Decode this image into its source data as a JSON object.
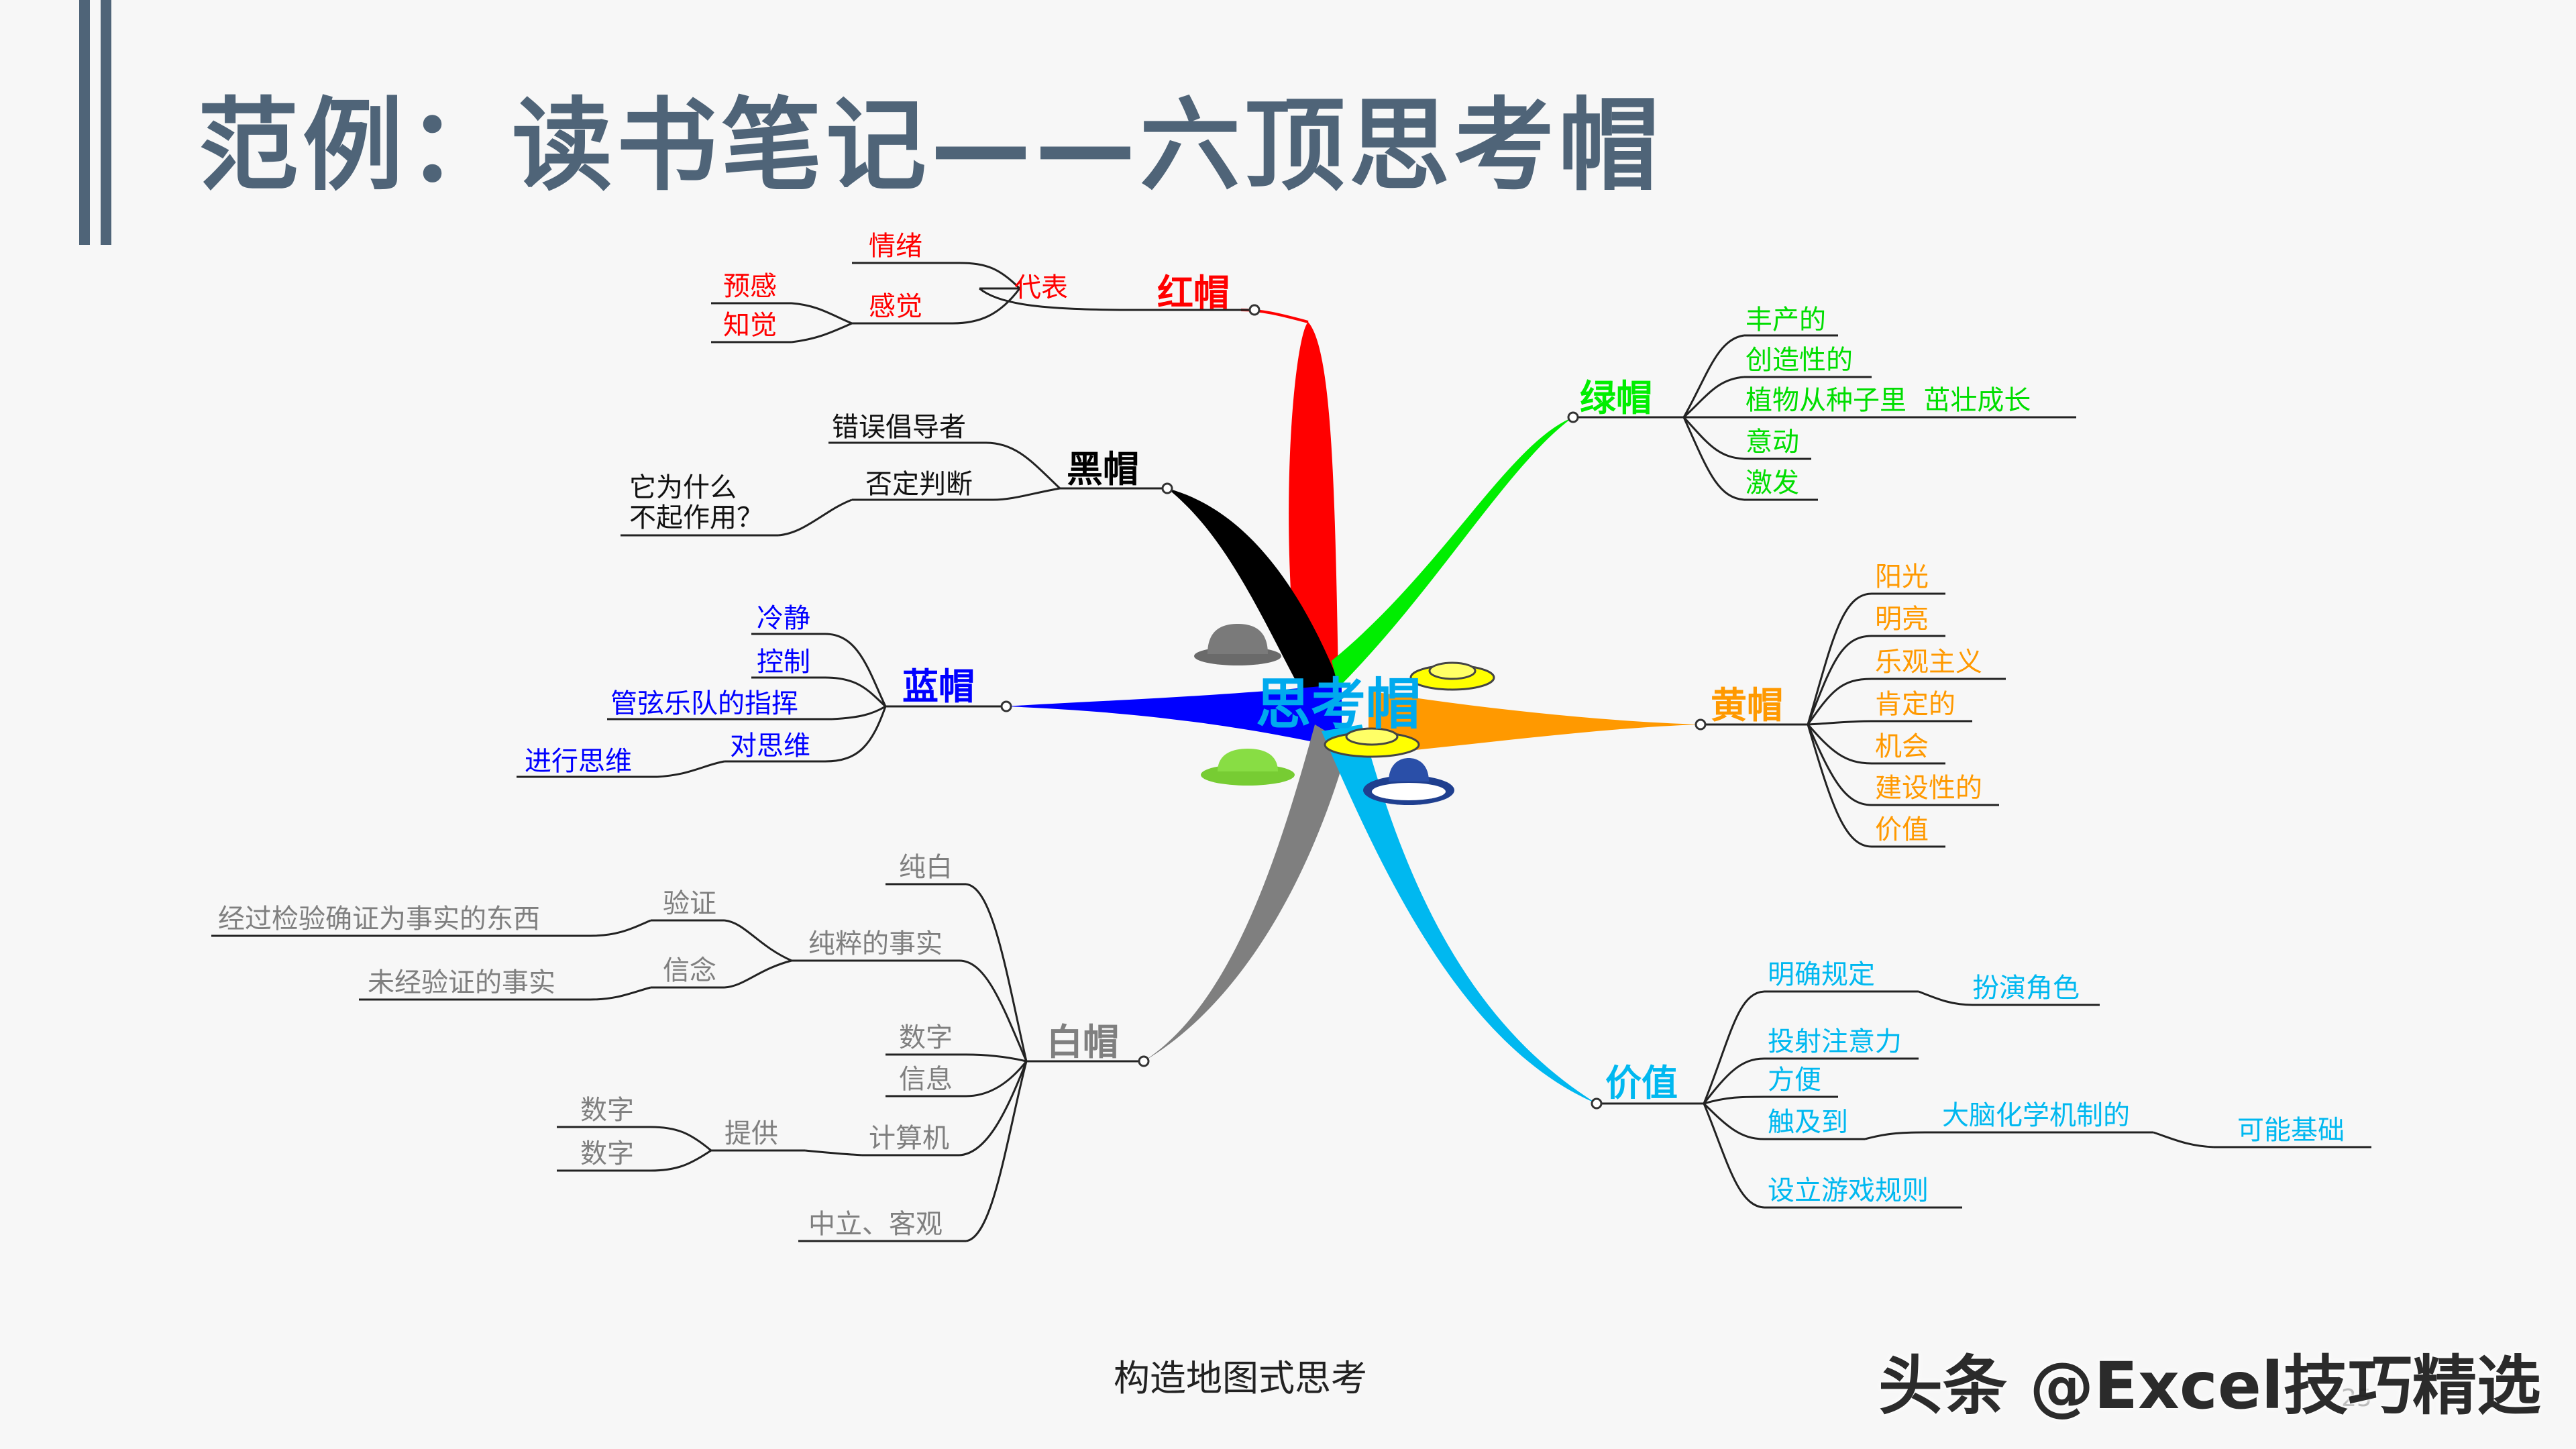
{
  "slide": {
    "title": "范例：读书笔记——六顶思考帽",
    "caption": "构造地图式思考",
    "page_number": "25",
    "watermark": "头条 @Excel技巧精选"
  },
  "center": {
    "label": "思考帽",
    "color": "#00aaee"
  },
  "colors": {
    "red": "#ff0000",
    "green": "#00ee00",
    "black": "#000000",
    "orange": "#ff9900",
    "blue": "#0000ff",
    "gray": "#7f7f7f",
    "cyan": "#00b8f0"
  },
  "branches": {
    "red": {
      "label": "红帽",
      "color": "#ff0000",
      "represent": "代表",
      "emotion": "情绪",
      "feeling": "感觉",
      "premonition": "预感",
      "perception": "知觉"
    },
    "green": {
      "label": "绿帽",
      "color": "#00ee00",
      "items": [
        "丰产的",
        "创造性的",
        "植物从种子里  茁壮成长",
        "意动",
        "激发"
      ]
    },
    "black": {
      "label": "黑帽",
      "color": "#000000",
      "devil": "错误倡导者",
      "negative": "否定判断",
      "why_line1": "它为什么",
      "why_line2": "不起作用？"
    },
    "yellow": {
      "label": "黄帽",
      "color": "#ff9900",
      "items": [
        "阳光",
        "明亮",
        "乐观主义",
        "肯定的",
        "机会",
        "建设性的",
        "价值"
      ]
    },
    "blue": {
      "label": "蓝帽",
      "color": "#0000ff",
      "items": [
        "冷静",
        "控制",
        "管弦乐队的指挥",
        "对思维"
      ],
      "sub": "进行思维"
    },
    "white": {
      "label": "白帽",
      "color": "#7f7f7f",
      "pure_white": "纯白",
      "pure_fact": "纯粹的事实",
      "verify": "验证",
      "verified_desc": "经过检验确证为事实的东西",
      "belief": "信念",
      "unverified_desc": "未经验证的事实",
      "digits": "数字",
      "info": "信息",
      "computer": "计算机",
      "provide": "提供",
      "digit_a": "数字",
      "digit_b": "数字",
      "neutral": "中立、客观"
    },
    "value": {
      "label": "价值",
      "color": "#00b8f0",
      "rules": "明确规定",
      "role": "扮演角色",
      "attention": "投射注意力",
      "convenient": "方便",
      "reach": "触及到",
      "brain": "大脑化学机制的",
      "basis": "可能基础",
      "game": "设立游戏规则"
    }
  }
}
